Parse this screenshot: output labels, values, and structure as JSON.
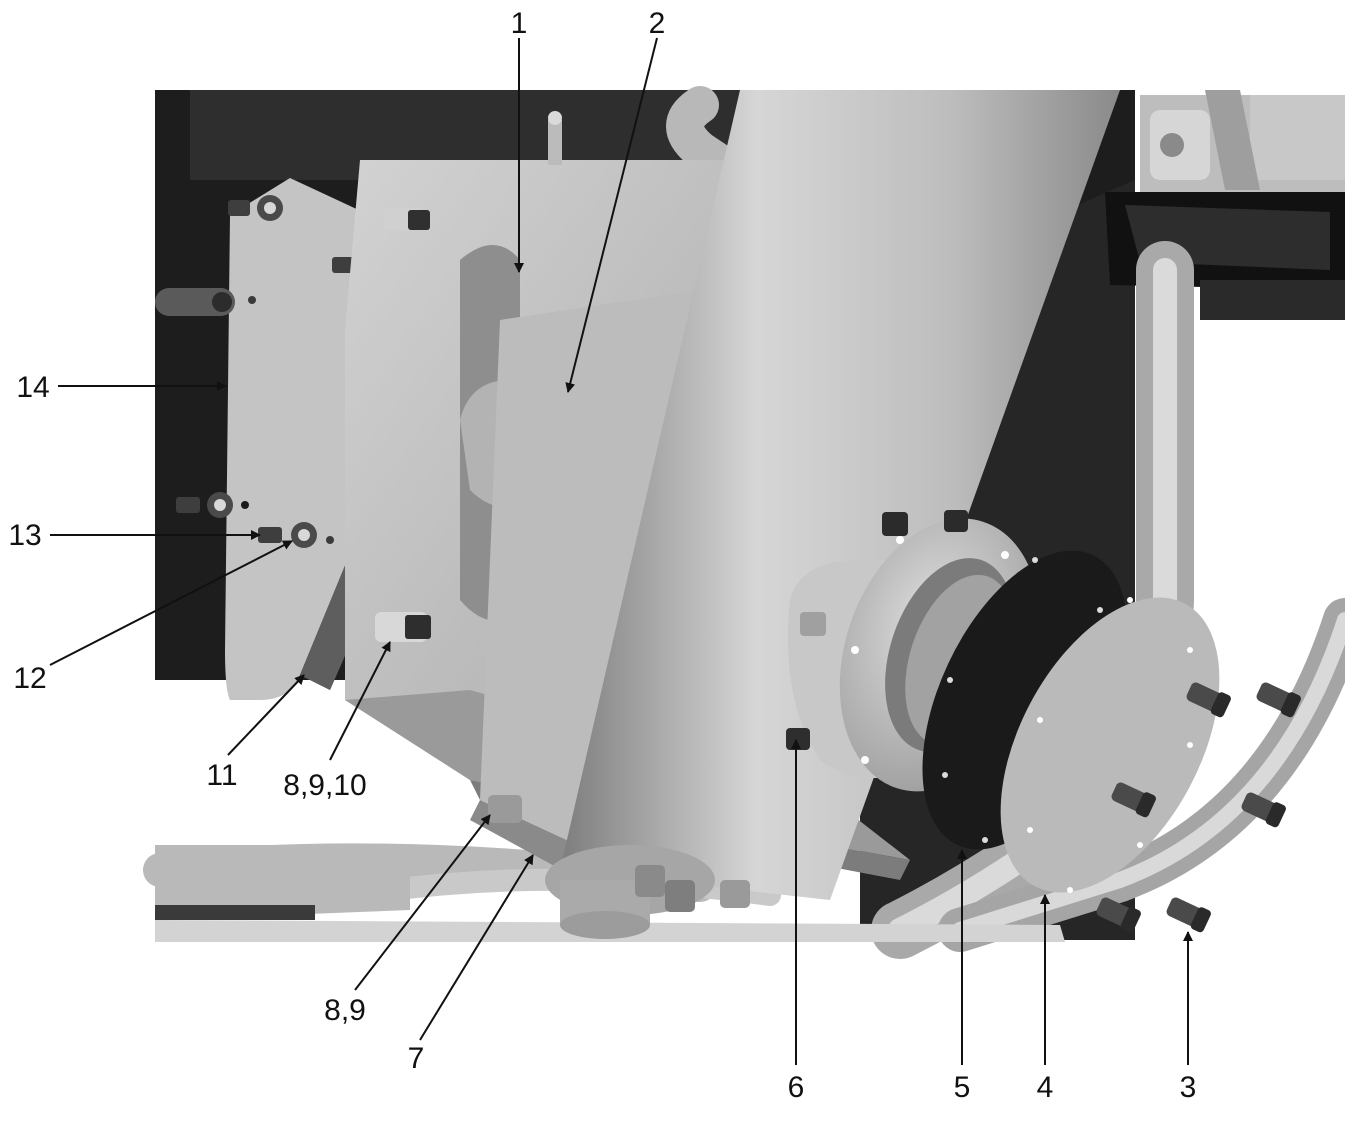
{
  "colors": {
    "background": "#ffffff",
    "frame_dark": "#1c1c1c",
    "metal_light": "#c9c9c9",
    "metal_mid": "#9f9f9f",
    "metal_dark": "#5a5a5a",
    "gasket": "#1a1a1a",
    "leader": "#111111"
  },
  "callouts": [
    {
      "id": "c1",
      "label": "1"
    },
    {
      "id": "c2",
      "label": "2"
    },
    {
      "id": "c3",
      "label": "3"
    },
    {
      "id": "c4",
      "label": "4"
    },
    {
      "id": "c5",
      "label": "5"
    },
    {
      "id": "c6",
      "label": "6"
    },
    {
      "id": "c7",
      "label": "7"
    },
    {
      "id": "c8-9",
      "label": "8,9"
    },
    {
      "id": "c8-9-10",
      "label": "8,9,10"
    },
    {
      "id": "c11",
      "label": "11"
    },
    {
      "id": "c12",
      "label": "12"
    },
    {
      "id": "c13",
      "label": "13"
    },
    {
      "id": "c14",
      "label": "14"
    }
  ]
}
